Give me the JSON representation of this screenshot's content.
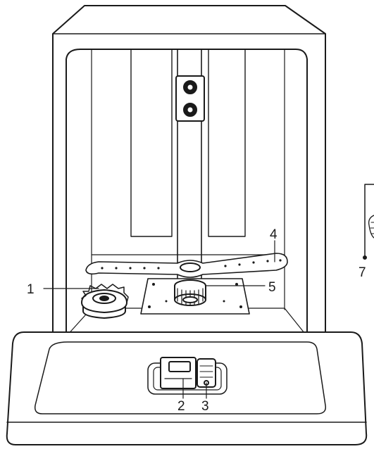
{
  "callouts": [
    {
      "id": "1",
      "label": "1"
    },
    {
      "id": "2",
      "label": "2"
    },
    {
      "id": "3",
      "label": "3"
    },
    {
      "id": "4",
      "label": "4"
    },
    {
      "id": "5",
      "label": "5"
    },
    {
      "id": "7",
      "label": "7"
    }
  ],
  "colors": {
    "line": "#1a1a1a",
    "fill": "#ffffff",
    "shade": "#d9d9d9"
  }
}
